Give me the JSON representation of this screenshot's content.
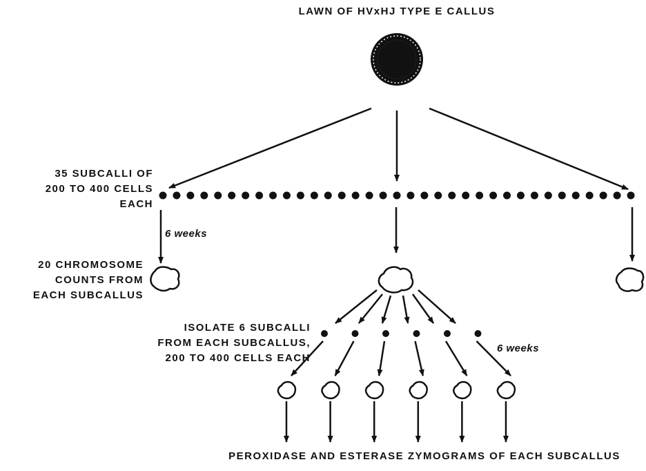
{
  "title": "LAWN OF HVxHJ TYPE E CALLUS",
  "subcalli_label": [
    "35 SUBCALLI OF",
    "200 TO 400 CELLS",
    "EACH"
  ],
  "duration_1": "6 weeks",
  "chromosome_label": [
    "20 CHROMOSOME",
    "COUNTS FROM",
    "EACH SUBCALLUS"
  ],
  "isolate_label": [
    "ISOLATE 6 SUBCALLI",
    "FROM EACH SUBCALLUS,",
    "200 TO 400 CELLS EACH"
  ],
  "duration_2": "6 weeks",
  "bottom_label": "PEROXIDASE AND ESTERASE ZYMOGRAMS OF EACH SUBCALLUS",
  "subcalli_row_count": 35,
  "isolate_count": 6,
  "ink_color": "#111111"
}
